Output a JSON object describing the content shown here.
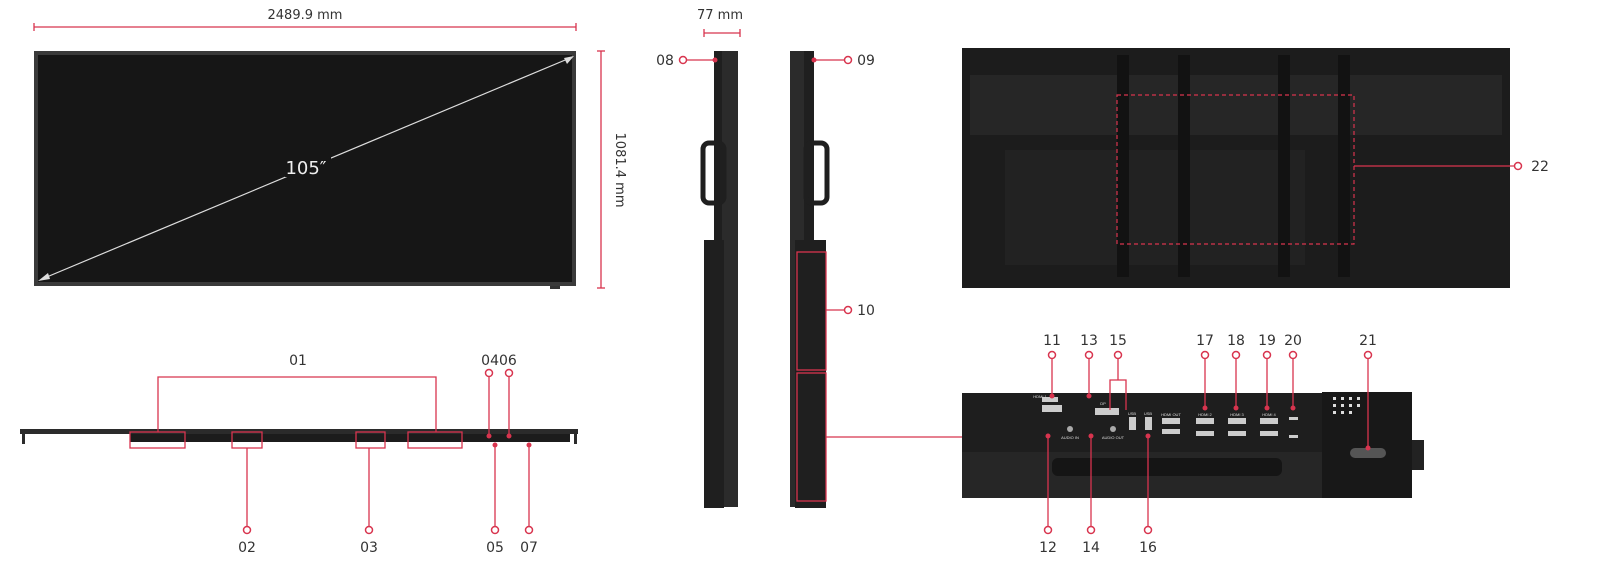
{
  "dimensions": {
    "width": "2489.9 mm",
    "height": "1081.4 mm",
    "depth": "77 mm",
    "diagonal": "105″"
  },
  "callouts": {
    "c01": "01",
    "c02": "02",
    "c03": "03",
    "c0406": "0406",
    "c05": "05",
    "c07": "07",
    "c08": "08",
    "c09": "09",
    "c10": "10",
    "c11": "11",
    "c12": "12",
    "c13": "13",
    "c14": "14",
    "c15": "15",
    "c16": "16",
    "c17": "17",
    "c18": "18",
    "c19": "19",
    "c20": "20",
    "c21": "21",
    "c22": "22"
  },
  "port_labels": {
    "hdmi1": "HDMI 1",
    "dp": "DP",
    "usb_a": "USB",
    "usb_b": "USB",
    "hdmi_out": "HDMI OUT",
    "hdmi2": "HDMI 2",
    "hdmi3": "HDMI 3",
    "hdmi4": "HDMI 4",
    "audio_in": "AUDIO IN",
    "audio_out": "AUDIO OUT"
  },
  "colors": {
    "callout": "#d8344e",
    "device": "#1c1c1c",
    "bezel": "#3a3a3a"
  }
}
